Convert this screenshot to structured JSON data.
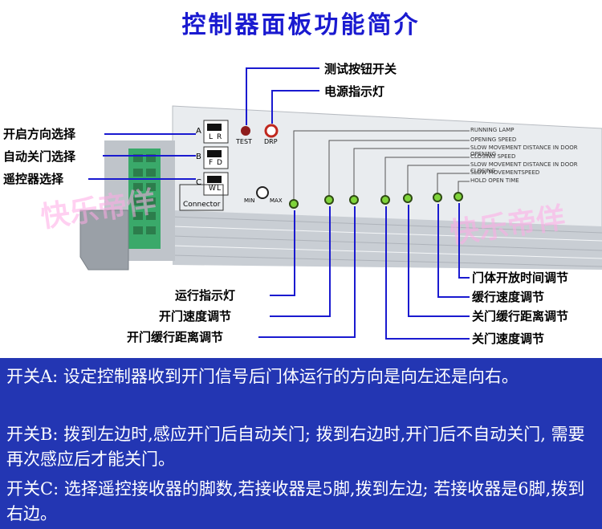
{
  "title": "控制器面板功能简介",
  "device": {
    "switches": [
      {
        "letter": "A",
        "left": "L",
        "right": "R"
      },
      {
        "letter": "B",
        "left": "F",
        "right": "D"
      },
      {
        "letter": "C",
        "left": "W",
        "right": "L"
      }
    ],
    "test_label": "TEST",
    "drp_label": "DRP",
    "connector_label": "Connector",
    "knob_min": "MIN",
    "knob_max": "MAX",
    "functions": [
      "RUNNING LAMP",
      "OPENING SPEED",
      "SLOW MOVEMENT DISTANCE IN DOOR OPENING",
      "CLOSING SPEED",
      "SLOW MOVEMENT DISTANCE IN DOOR CLOSING",
      "SLOW MOVEMENTSPEED",
      "HOLD OPEN TIME"
    ]
  },
  "callouts": {
    "test_button": "测试按钮开关",
    "power_light": "电源指示灯",
    "switch_a": "开启方向选择",
    "switch_b": "自动关门选择",
    "switch_c": "遥控器选择",
    "running_light": "运行指示灯",
    "open_speed": "开门速度调节",
    "open_slow_distance": "开门缓行距离调节",
    "hold_open_time": "门体开放时间调节",
    "slow_speed": "缓行速度调节",
    "close_slow_distance": "关门缓行距离调节",
    "close_speed": "关门速度调节"
  },
  "watermark": [
    "快乐帝佯",
    "快乐帝佯"
  ],
  "description": [
    "开关A: 设定控制器收到开门信号后门体运行的方向是向左还是向右。",
    "开关B: 拨到左边时,感应开门后自动关门; 拨到右边时,开门后不自动关门, 需要再次感应后才能关门。",
    "开关C: 选择遥控接收器的脚数,若接收器是5脚,拨到左边; 若接收器是6脚,拨到右边。"
  ],
  "colors": {
    "title": "#1a1ad0",
    "panel": "#2336b3",
    "led_green": "#7fd43a",
    "led_red": "#c0281e"
  }
}
